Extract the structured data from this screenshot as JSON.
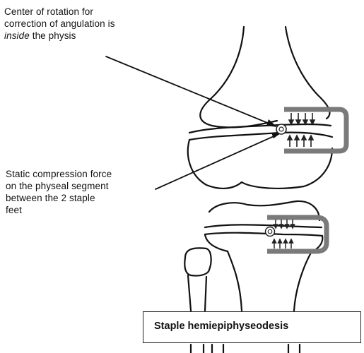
{
  "annotations": {
    "rotation_line1": "Center of rotation for",
    "rotation_line2": "correction of angulation is",
    "rotation_line3_em": "inside",
    "rotation_line3_rest": " the physis",
    "compression_line1": "Static compression force",
    "compression_line2": "on the physeal segment",
    "compression_line3": "between the 2 staple",
    "compression_line4": "feet"
  },
  "caption": "Staple hemiepiphyseodesis",
  "colors": {
    "staple": "#7a7a7a",
    "outline": "#111111",
    "arrows": "#222222"
  }
}
